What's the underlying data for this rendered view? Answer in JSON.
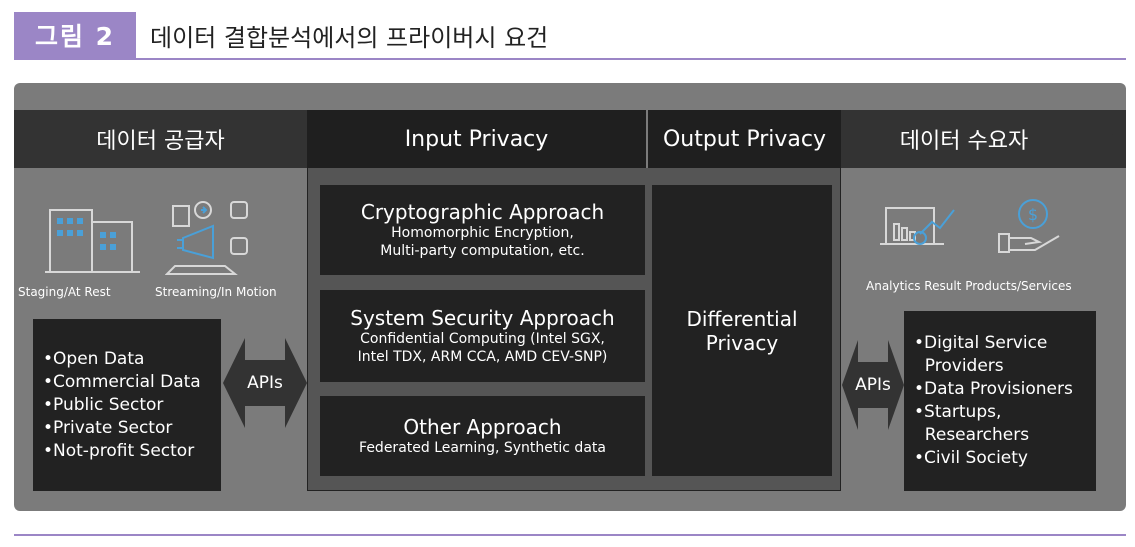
{
  "figure": {
    "tag": "그림 2",
    "title": "데이터 결합분석에서의 프라이버시 요건"
  },
  "headers": {
    "provider": "데이터 공급자",
    "input": "Input Privacy",
    "output": "Output Privacy",
    "consumer": "데이터 수요자"
  },
  "provider": {
    "captions": [
      "Staging/At Rest",
      "Streaming/In Motion"
    ],
    "items": [
      "•Open Data",
      "•Commercial Data",
      "•Public Sector",
      "•Private Sector",
      "•Not-profit Sector"
    ]
  },
  "apis": {
    "left": "APIs",
    "right": "APIs"
  },
  "approaches": [
    {
      "title": "Cryptographic Approach",
      "lines": [
        "Homomorphic Encryption,",
        "Multi-party computation, etc."
      ]
    },
    {
      "title": "System Security Approach",
      "lines": [
        "Confidential Computing (Intel SGX,",
        "Intel TDX, ARM CCA, AMD CEV-SNP)"
      ]
    },
    {
      "title": "Other Approach",
      "lines": [
        "Federated Learning, Synthetic data"
      ]
    }
  ],
  "output_box": {
    "line1": "Differential",
    "line2": "Privacy"
  },
  "consumer": {
    "caption": "Analytics Result Products/Services",
    "items": [
      "•Digital Service",
      "  Providers",
      "•Data Provisioners",
      "•Startups,",
      "  Researchers",
      "•Civil Society"
    ]
  },
  "colors": {
    "accent": "#9b86c6",
    "panel": "#7b7b7b",
    "dark": "#222222"
  }
}
